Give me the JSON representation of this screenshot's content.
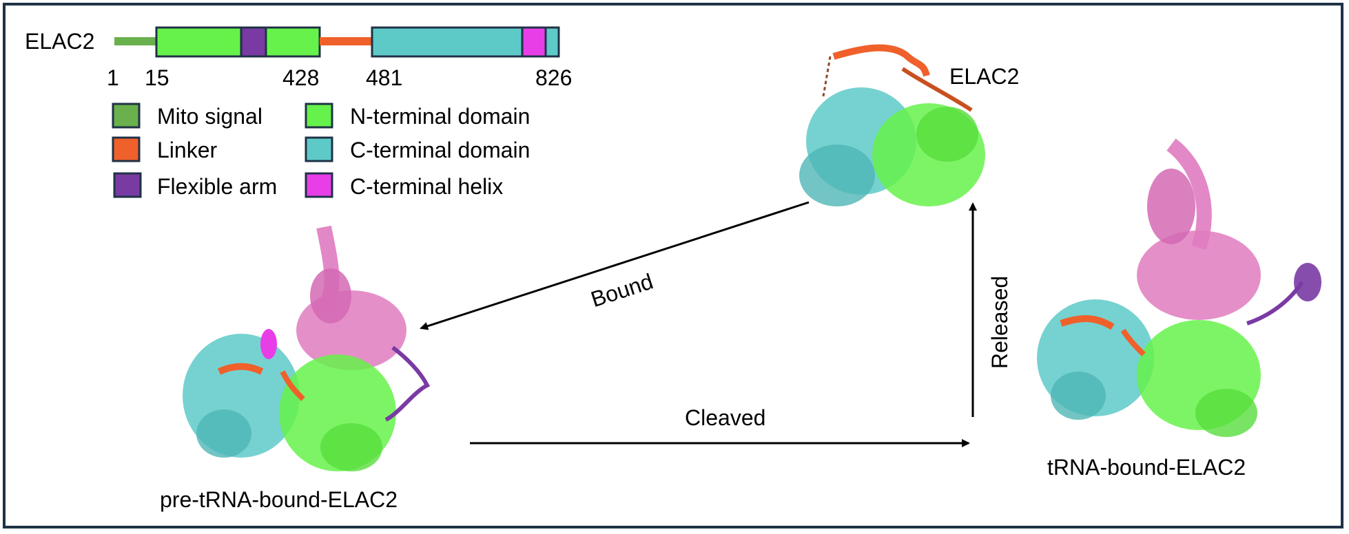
{
  "protein_name": "ELAC2",
  "domain_map": {
    "positions": [
      "1",
      "15",
      "428",
      "481",
      "826"
    ]
  },
  "legend": [
    {
      "label": "Mito signal",
      "color": "#6ab04c"
    },
    {
      "label": "N-terminal domain",
      "color": "#66f24a"
    },
    {
      "label": "Linker",
      "color": "#f0602b"
    },
    {
      "label": "C-terminal domain",
      "color": "#5ecac8"
    },
    {
      "label": "Flexible arm",
      "color": "#7a3aa3"
    },
    {
      "label": "C-terminal helix",
      "color": "#e83ee8"
    }
  ],
  "states": {
    "apo": "ELAC2",
    "pre": "pre-tRNA-bound-ELAC2",
    "post": "tRNA-bound-ELAC2"
  },
  "transitions": {
    "bound": "Bound",
    "cleaved": "Cleaved",
    "released": "Released"
  },
  "colors": {
    "frame": "#1f3246",
    "trna": "#e07bc0",
    "n_term": "#66f24a",
    "c_term": "#5ecac8",
    "linker": "#f0602b",
    "arm": "#7a3aa3",
    "helix": "#e83ee8"
  }
}
